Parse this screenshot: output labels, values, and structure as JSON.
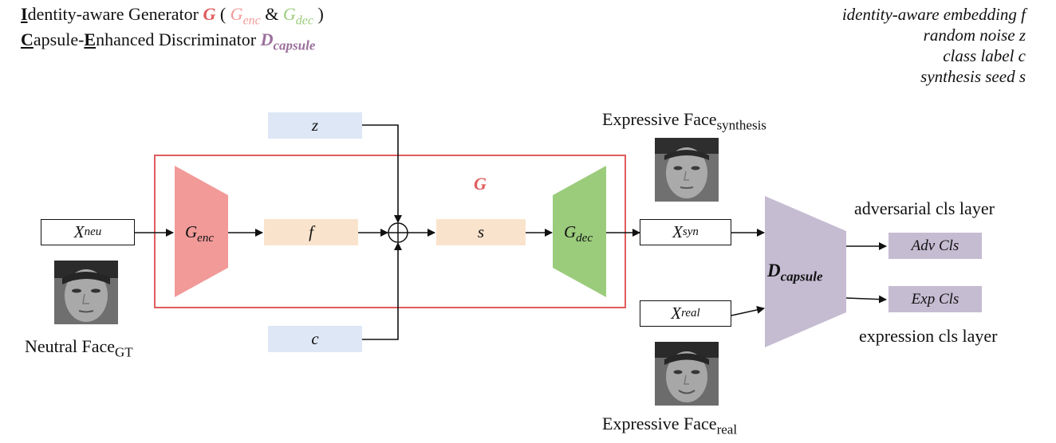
{
  "header": {
    "line1": {
      "cap": "I",
      "rest": "dentity-aware Generator ",
      "G": "G",
      "open": " ( ",
      "genc_main": "G",
      "genc_sub": "enc",
      "amp": " & ",
      "gdec_main": "G",
      "gdec_sub": "dec",
      "close": " )"
    },
    "line2": {
      "cap1": "C",
      "mid1": "apsule-",
      "cap2": "E",
      "mid2": "nhanced Discriminator ",
      "D_main": "D",
      "D_sub": "capsule"
    }
  },
  "legend": [
    "identity-aware embedding f",
    "random noise z",
    "class label c",
    "synthesis seed s"
  ],
  "diagram": {
    "z": "z",
    "c": "c",
    "f": "f",
    "s": "s",
    "g_label": "G",
    "genc": {
      "main": "G",
      "sub": "enc"
    },
    "gdec": {
      "main": "G",
      "sub": "dec"
    },
    "x_neu": {
      "main": "X",
      "sub": "neu"
    },
    "x_syn": {
      "main": "X",
      "sub": "syn"
    },
    "x_real": {
      "main": "X",
      "sub": "real"
    },
    "dcap": {
      "main": "D",
      "sub": "capsule"
    },
    "adv_cls": "Adv Cls",
    "exp_cls": "Exp Cls",
    "adv_layer": "adversarial cls layer",
    "exp_layer": "expression cls layer",
    "neutral_face": {
      "main": "Neutral Face",
      "sub": "GT"
    },
    "expr_syn": {
      "main": "Expressive Face",
      "sub": "synthesis"
    },
    "expr_real": {
      "main": "Expressive Face",
      "sub": "real"
    }
  },
  "colors": {
    "generator": "#e05c5c",
    "enc": "#f19a98",
    "dec": "#9bcc7c",
    "disc": "#c5bcd2",
    "disc_text": "#9b6f9b",
    "blue_box": "#dde7f5",
    "peach_box": "#f9e3cc"
  }
}
